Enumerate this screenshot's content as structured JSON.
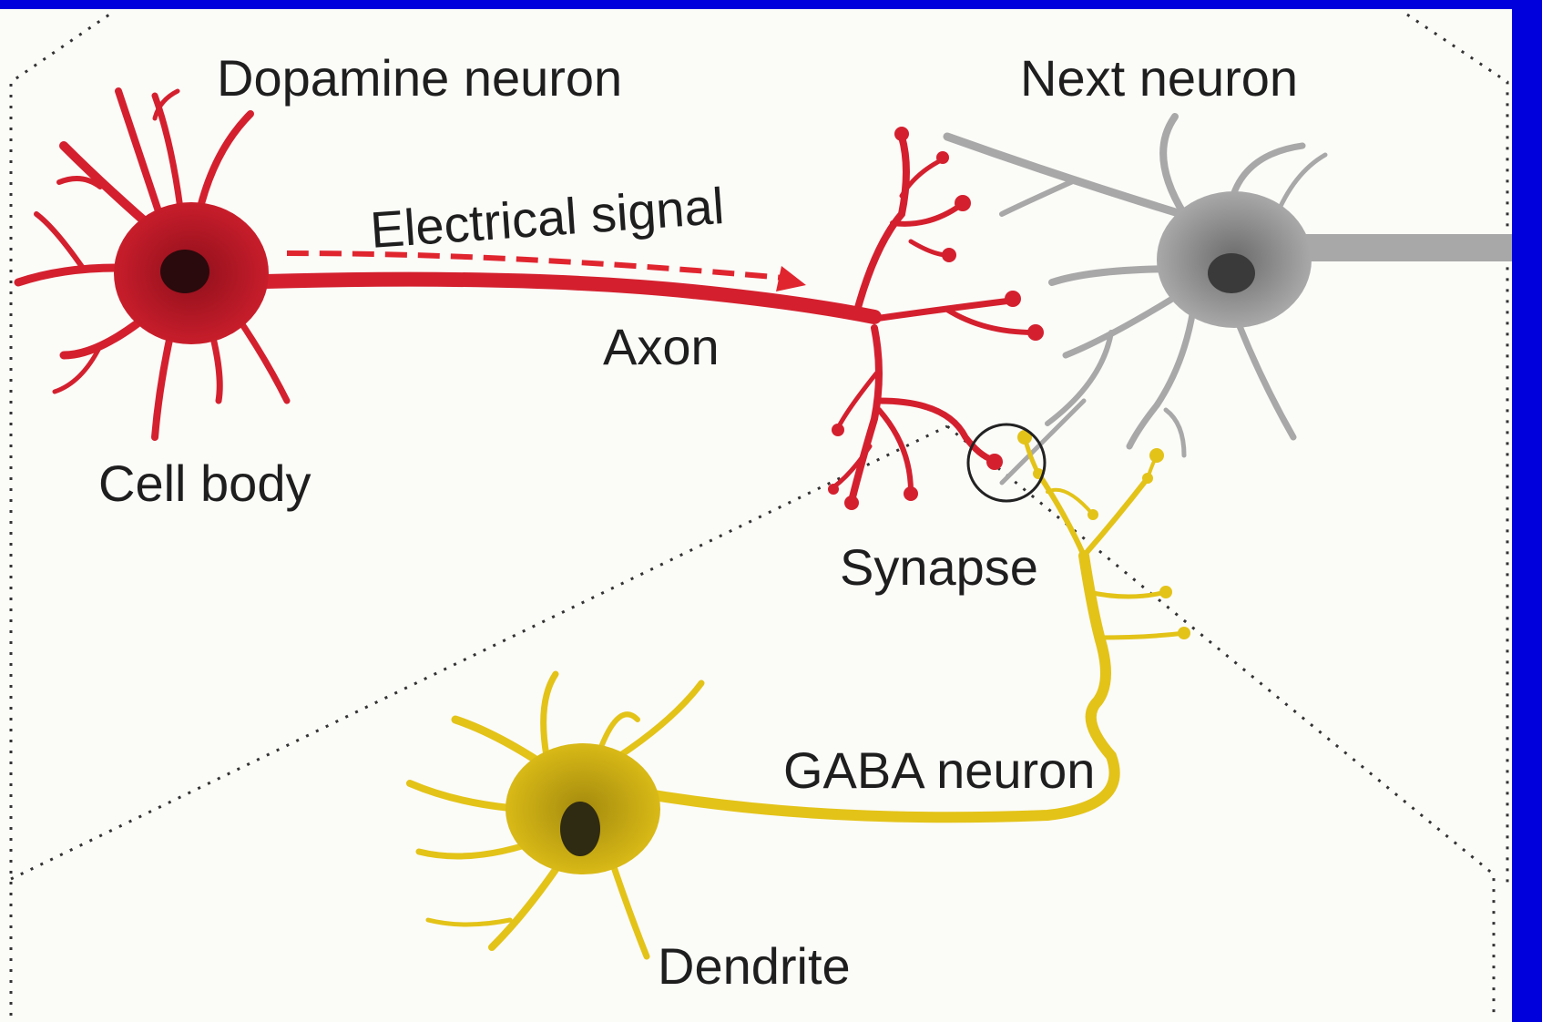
{
  "diagram": {
    "labels": {
      "dopamine_neuron": "Dopamine neuron",
      "next_neuron": "Next neuron",
      "electrical_signal": "Electrical signal",
      "axon": "Axon",
      "cell_body": "Cell body",
      "synapse": "Synapse",
      "gaba_neuron": "GABA neuron",
      "dendrite": "Dendrite"
    },
    "colors": {
      "dopamine_neuron": "#d4202e",
      "next_neuron": "#a8a8a8",
      "gaba_neuron": "#e3c318",
      "signal_arrow": "#e0252f",
      "slide_border": "#0000dd",
      "background": "#fbfbf8"
    }
  }
}
